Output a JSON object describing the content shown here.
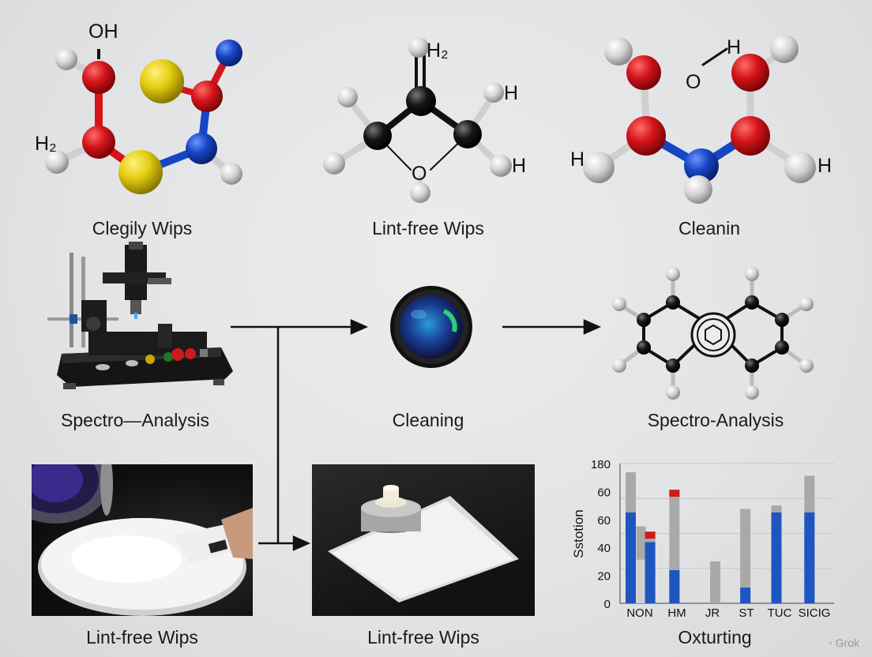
{
  "labels": {
    "top_left": "Clegily Wips",
    "top_mid": "Lint-free Wips",
    "top_right": "Cleanin",
    "mid_left": "Spectro—Analysis",
    "mid_center": "Cleaning",
    "mid_right": "Spectro-Analysis",
    "bot_left": "Lint-free Wips",
    "bot_mid": "Lint-free Wips"
  },
  "atoms": {
    "m1": [
      "OH",
      "H₂"
    ],
    "m2": [
      "H₂",
      "H",
      "H",
      "O"
    ],
    "m3": [
      "O",
      "H",
      "H",
      "H"
    ]
  },
  "watermark": "Grok",
  "colors": {
    "oxygen": "#d4141a",
    "nitrogen": "#1745c4",
    "sulfur": "#e3cc10",
    "carbon": "#141414",
    "hydrogen": "#d8d8d8",
    "bar_blue": "#1f55c0",
    "bar_gray": "#a9a9a9",
    "bar_red": "#d41a1a"
  },
  "chart_data": {
    "type": "bar",
    "categories": [
      "NON",
      "HM",
      "JR",
      "ST",
      "TUC",
      "SICIG"
    ],
    "y_ticks": [
      "0",
      "20",
      "40",
      "60",
      "60",
      "180"
    ],
    "ylabel": "Sstotion",
    "xlabel": "Oxturting",
    "bars": [
      {
        "x": 0.0,
        "total": 75,
        "blue": 52,
        "red": 0
      },
      {
        "x": 0.55,
        "total": 44,
        "blue": 0,
        "red": 0,
        "lightgray": 25
      },
      {
        "x": 1.0,
        "total": 41,
        "blue": 35,
        "red": 4
      },
      {
        "x": 2.25,
        "total": 65,
        "blue": 19,
        "red": 4
      },
      {
        "x": 4.35,
        "total": 24,
        "blue": 0,
        "red": 0
      },
      {
        "x": 5.9,
        "total": 54,
        "blue": 9,
        "red": 0
      },
      {
        "x": 7.5,
        "total": 56,
        "blue": 52,
        "red": 0
      },
      {
        "x": 9.2,
        "total": 73,
        "blue": 52,
        "red": 0
      }
    ],
    "ylim": [
      0,
      80
    ]
  }
}
